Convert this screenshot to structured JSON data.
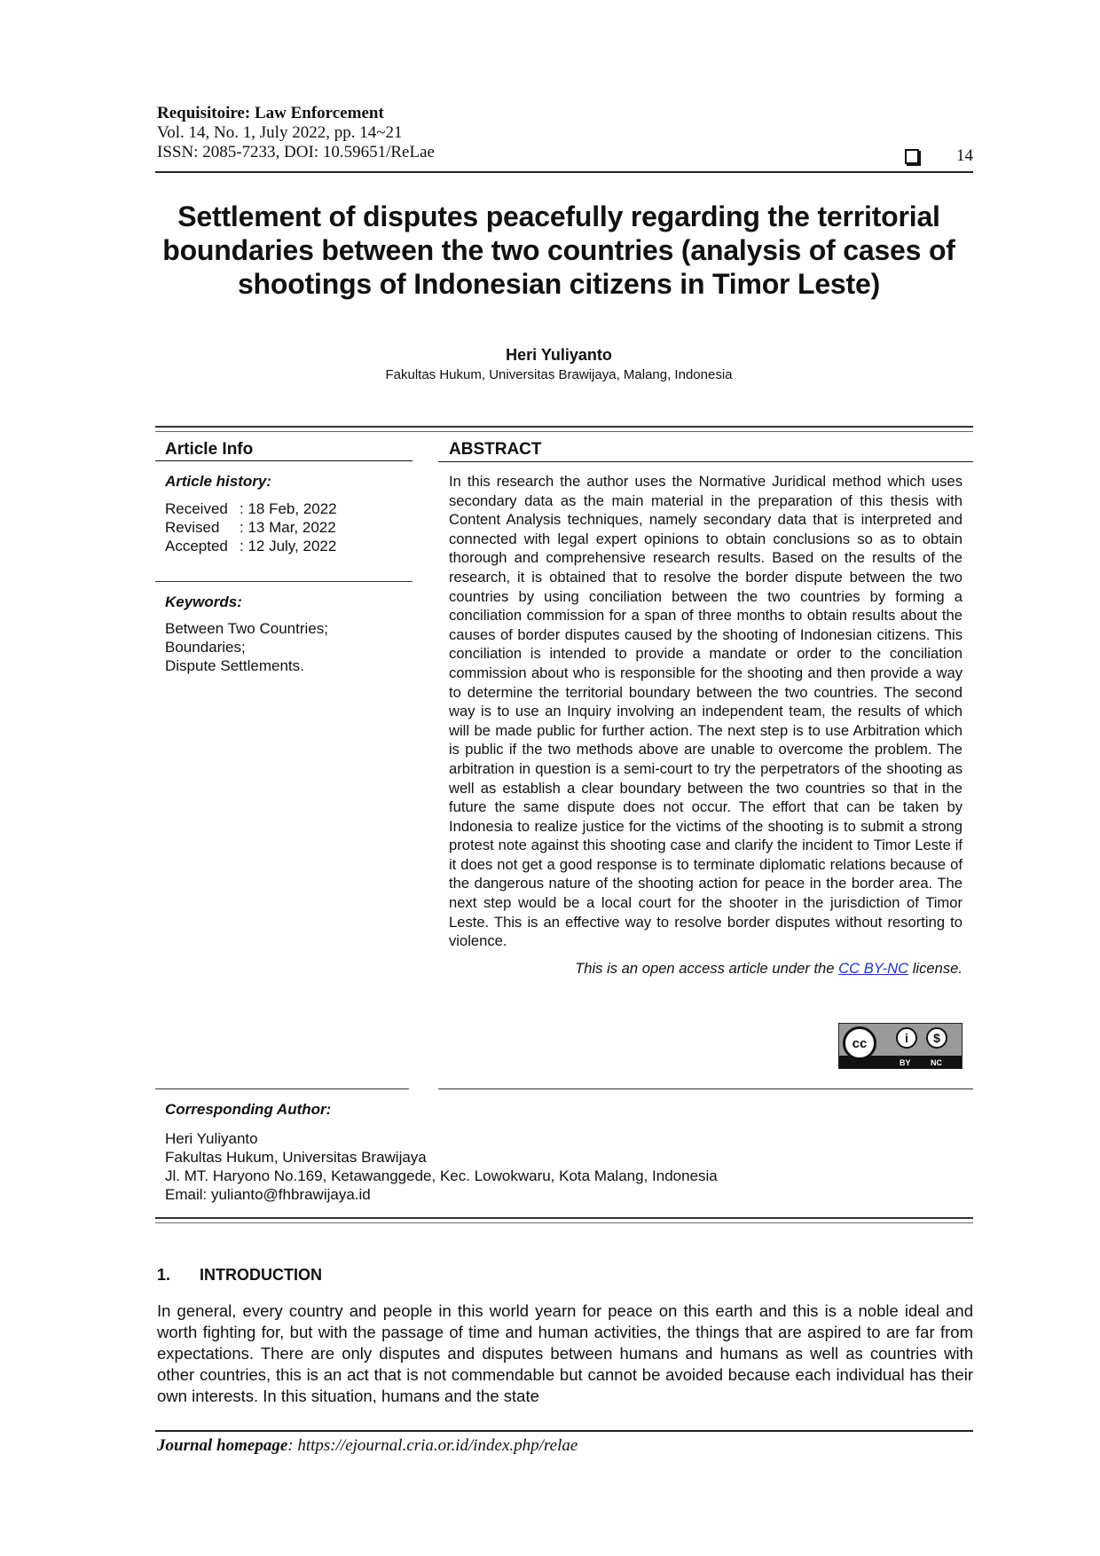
{
  "header": {
    "journal": "Requisitoire: Law Enforcement",
    "volume": "Vol. 14, No. 1, July 2022, pp. 14~21",
    "issn_doi": "ISSN: 2085-7233, DOI: 10.59651/ReLae",
    "box_icon": "square-bullet-icon",
    "page_number": "14"
  },
  "article": {
    "title": "Settlement of disputes peacefully regarding the territorial boundaries between the two countries (analysis of cases of shootings of Indonesian citizens in Timor Leste)",
    "author": "Heri Yuliyanto",
    "affiliation": "Fakultas Hukum, Universitas Brawijaya, Malang, Indonesia"
  },
  "article_info": {
    "heading": "Article Info",
    "history_heading": "Article history:",
    "history": [
      {
        "label": "Received",
        "value": ": 18 Feb, 2022"
      },
      {
        "label": "Revised",
        "value": ": 13 Mar, 2022"
      },
      {
        "label": "Accepted",
        "value": ": 12 July, 2022"
      }
    ],
    "keywords_heading": "Keywords:",
    "keywords": [
      "Between Two Countries;",
      "Boundaries;",
      "Dispute Settlements."
    ]
  },
  "abstract": {
    "heading": "ABSTRACT",
    "text": "In this research the author uses the Normative Juridical method which uses secondary data as the main material in the preparation of this thesis with Content Analysis techniques, namely secondary data that is interpreted and connected with legal expert opinions to obtain conclusions so as to obtain thorough and comprehensive research results. Based on the results of the research, it is obtained that to resolve the border dispute between the two countries by using conciliation between the two countries by forming a conciliation commission for a span of three months to obtain results about the causes of border disputes caused by the shooting of Indonesian citizens. This conciliation is intended to provide a mandate or order to the conciliation commission about who is responsible for the shooting and then provide a way to determine the territorial boundary between the two countries. The second way is to use an Inquiry involving an independent team, the results of which will be made public for further action. The next step is to use Arbitration which is public if the two methods above are unable to overcome the problem. The arbitration in question is a semi-court to try the perpetrators of the shooting as well as establish a clear boundary between the two countries so that in the future the same dispute does not occur. The effort that can be taken by Indonesia to realize justice for the victims of the shooting is to submit a strong protest note against this shooting case and clarify the incident to Timor Leste if it does not get a good response is to terminate diplomatic relations because of the dangerous nature of the shooting action for peace in the border area. The next step would be a local court for the shooter in the jurisdiction of Timor Leste. This is an effective way to resolve border disputes without resorting to violence.",
    "license_prefix": "This is an open access article under the ",
    "license_link": "CC BY-NC",
    "license_suffix": " license.",
    "link_color": "#1a33cc",
    "badge": {
      "cc": "cc",
      "by": "BY",
      "nc": "NC",
      "by_glyph": "i",
      "nc_glyph": "$"
    }
  },
  "corresponding": {
    "heading": "Corresponding Author:",
    "lines": [
      "Heri Yuliyanto",
      "Fakultas Hukum, Universitas Brawijaya",
      "Jl. MT. Haryono No.169, Ketawanggede, Kec. Lowokwaru, Kota Malang, Indonesia",
      "Email: yulianto@fhbrawijaya.id"
    ]
  },
  "introduction": {
    "number": "1.",
    "heading": "INTRODUCTION",
    "text": "In general, every country and people in this world yearn for peace on this earth and this is a noble ideal and worth fighting for, but with the passage of time and human activities, the things that are aspired to are far from expectations. There are only disputes and disputes between humans and humans as well as countries with other countries, this is an act that is not commendable but cannot be avoided because each individual has their own interests. In this situation, humans and the state"
  },
  "footer": {
    "label": "Journal homepage",
    "sep": ": ",
    "url": "https://ejournal.cria.or.id/index.php/relae"
  }
}
